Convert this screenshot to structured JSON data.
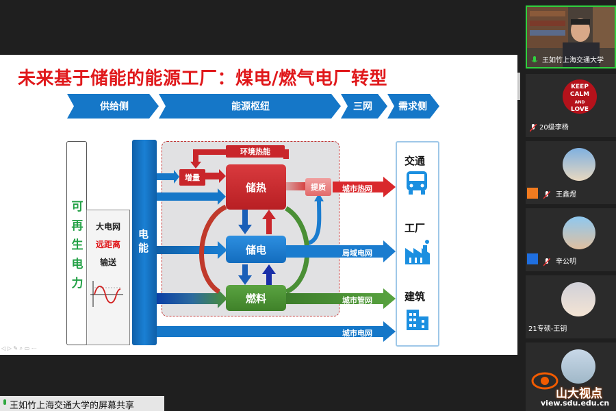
{
  "slide": {
    "title": "未来基于储能的能源工厂：煤电/燃气电厂转型",
    "phases": [
      "供给侧",
      "能源枢纽",
      "三网",
      "需求侧"
    ],
    "supply": {
      "renewable": [
        "可",
        "再",
        "生",
        "电",
        "力"
      ],
      "grid_lines": [
        "大电网",
        "远距离",
        "输送"
      ]
    },
    "bus_label": [
      "电",
      "能"
    ],
    "hub": {
      "ambient_heat": "环境热能",
      "boost": "增量",
      "heat_storage": "储热",
      "upgrade": "提质",
      "power_storage": "储电",
      "fuel": "燃料"
    },
    "networks": [
      "城市热网",
      "局域电网",
      "城市管网",
      "城市电网"
    ],
    "demand": [
      "交通",
      "工厂",
      "建筑"
    ]
  },
  "participants": [
    {
      "name": "王如竹上海交通大学",
      "active": true
    },
    {
      "name": "20级李杨",
      "avatar_text": [
        "KEEP",
        "CALM",
        "AND",
        "LOVE"
      ]
    },
    {
      "name": "王鑫煜"
    },
    {
      "name": "辛公明"
    },
    {
      "name": "21专硕-王钥"
    },
    {
      "name": ""
    }
  ],
  "share_label": "王如竹上海交通大学的屏幕共享",
  "watermark": {
    "brand": "山大视点",
    "url": "view.sdu.edu.cn"
  },
  "colors": {
    "title_red": "#e0181b",
    "phase_blue": "#1577c8",
    "bus_blue": "#1069b8",
    "heat_red": "#c9262b",
    "power_blue": "#1a7ccf",
    "fuel_green": "#4a8f35",
    "renewable_green": "#22a045"
  }
}
